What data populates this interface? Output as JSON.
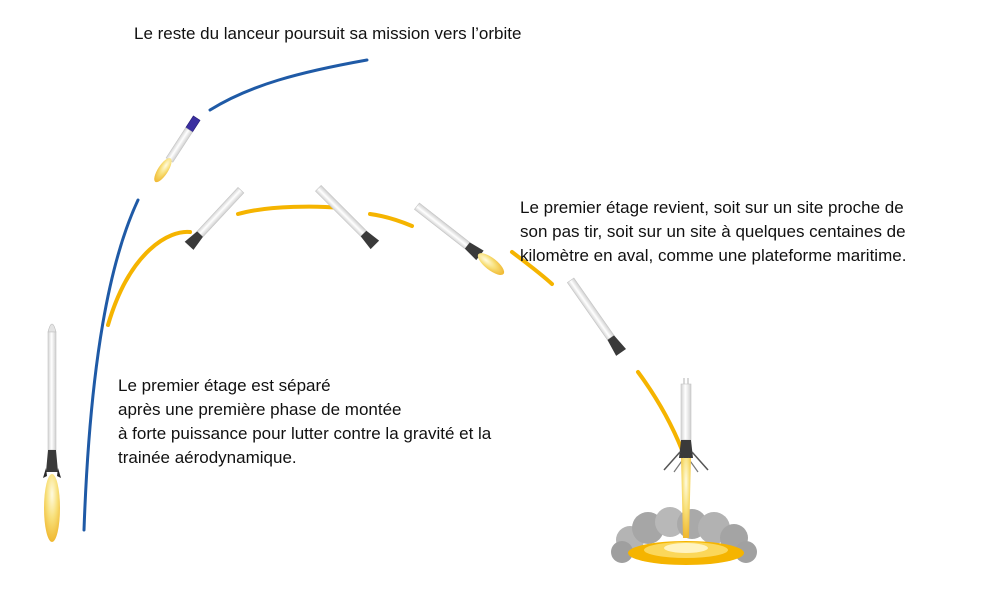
{
  "captions": {
    "orbit": "Le reste du lanceur poursuit sa mission vers l’orbite",
    "return": [
      "Le premier étage revient, soit sur un site proche de",
      "son pas tir, soit sur un site à quelques centaines de",
      "kilomètre en aval, comme une plateforme maritime."
    ],
    "separation": [
      "Le premier étage est séparé",
      "après une première phase de montée",
      "à forte puissance pour lutter contre la gravité et la",
      "trainée aérodynamique."
    ]
  },
  "colors": {
    "ascent_trajectory": "#1f5aa6",
    "return_trajectory": "#f5b400",
    "flame": "#f6d45a",
    "engine_section": "#3a3a3a",
    "upper_stage": "#3b2fa0",
    "smoke": "#a8a8a8"
  }
}
